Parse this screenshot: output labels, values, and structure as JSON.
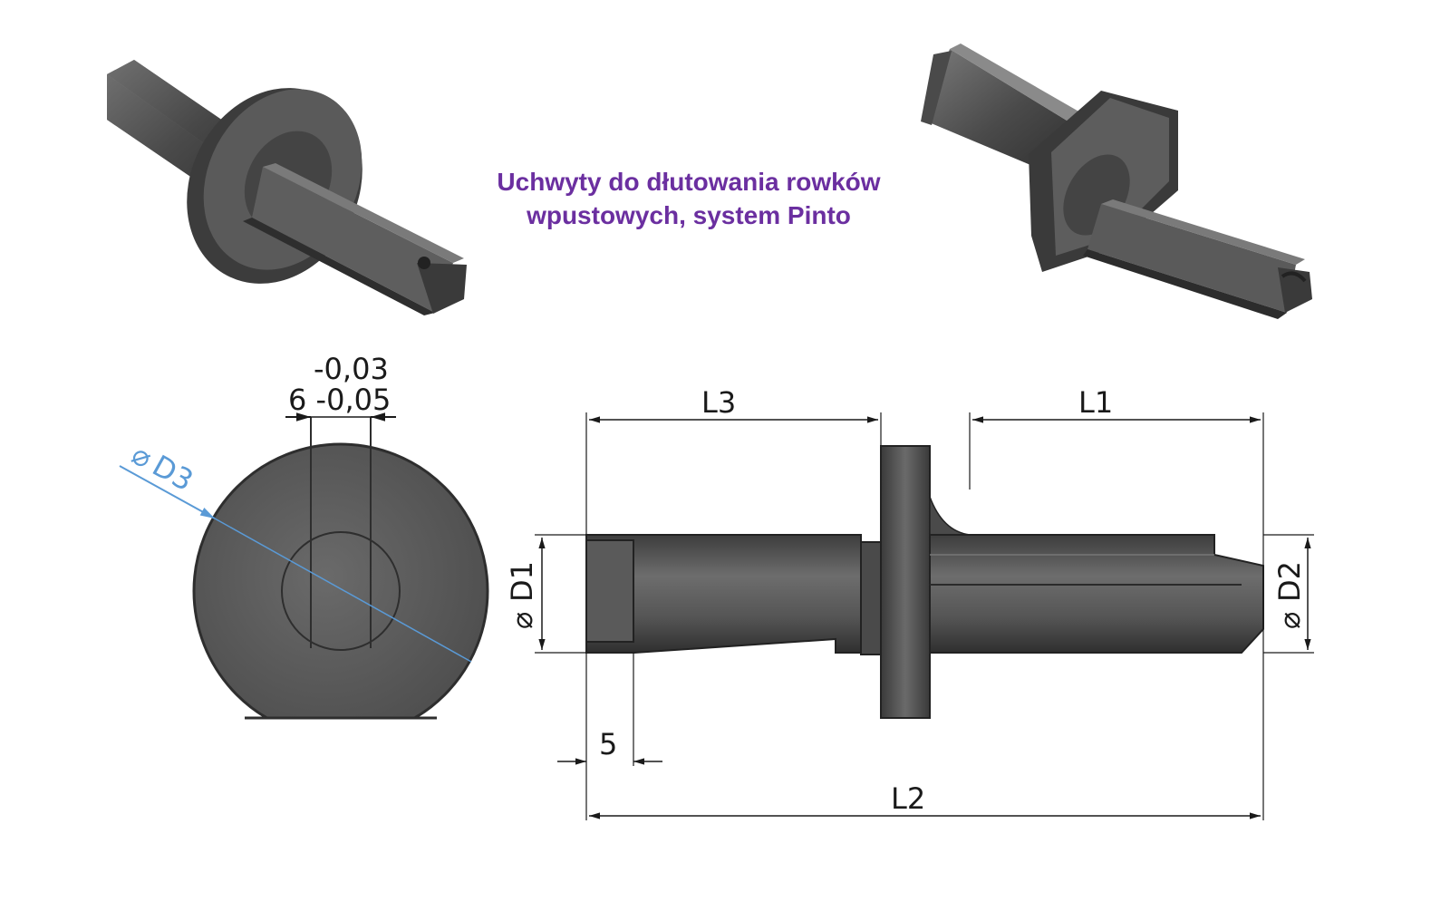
{
  "title": {
    "line1": "Uchwyty do dłutowania rowków",
    "line2": "wpustowych, system Pinto"
  },
  "colors": {
    "title": "#6b2fa0",
    "part_metal": "#5a5a5a",
    "part_dark": "#3a3a3a",
    "dimension_line": "#1a1a1a",
    "d3_leader": "#5a9ad6"
  },
  "dimensions": {
    "tol_upper": "-0,03",
    "nominal_and_tol_lower": "6 -0,05",
    "d3": "D3",
    "d1": "D1",
    "d2": "D2",
    "l1": "L1",
    "l2": "L2",
    "l3": "L3",
    "five": "5",
    "diameter_symbol": "⌀"
  }
}
